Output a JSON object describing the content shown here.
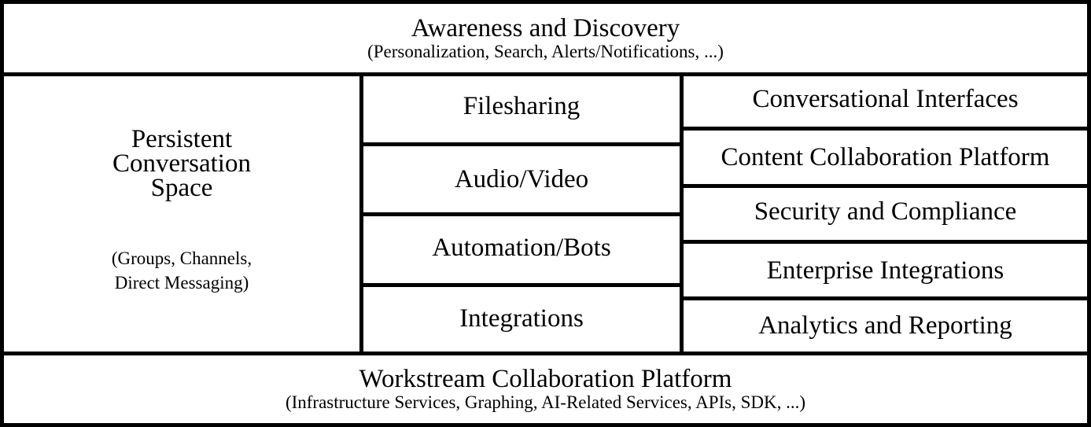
{
  "top": {
    "title": "Awareness and Discovery",
    "subtitle": "(Personalization, Search, Alerts/Notifications, ...)"
  },
  "left": {
    "title_lines": [
      "Persistent",
      "Conversation",
      "Space"
    ],
    "subtitle_lines": [
      "(Groups, Channels,",
      "Direct Messaging)"
    ]
  },
  "middle": {
    "items": [
      "Filesharing",
      "Audio/Video",
      "Automation/Bots",
      "Integrations"
    ]
  },
  "right": {
    "items": [
      "Conversational Interfaces",
      "Content Collaboration Platform",
      "Security and Compliance",
      "Enterprise Integrations",
      "Analytics and Reporting"
    ]
  },
  "bottom": {
    "title": "Workstream Collaboration Platform",
    "subtitle": "(Infrastructure Services, Graphing, AI-Related Services, APIs, SDK, ...)"
  }
}
